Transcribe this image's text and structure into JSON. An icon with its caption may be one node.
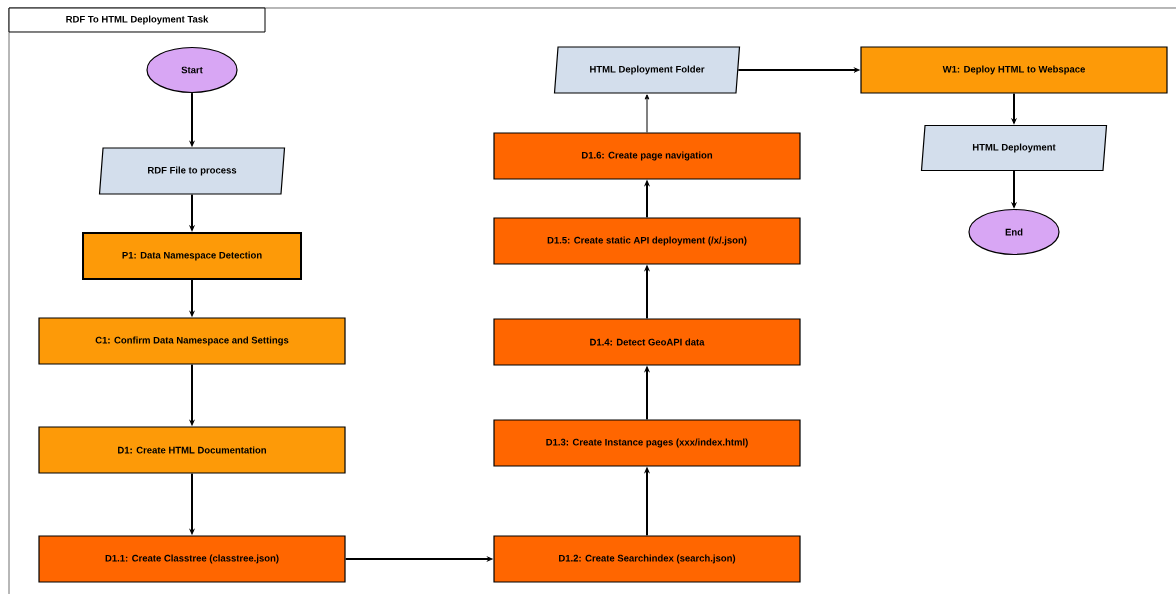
{
  "diagram": {
    "title": "RDF To HTML Deployment Task",
    "nodes": [
      {
        "text": [
          "Start"
        ]
      },
      {
        "text": [
          "RDF File to process"
        ]
      },
      {
        "text": [
          "P1: Data Namespace Detection"
        ]
      },
      {
        "text": [
          "C1: Confirm Data Namespace and Settings"
        ]
      },
      {
        "text": [
          "D1: Create HTML Documentation"
        ]
      },
      {
        "text": [
          "D1.1: Create Classtree (classtree.json)"
        ]
      },
      {
        "text": [
          "D1.2: Create Searchindex (search.json)"
        ]
      },
      {
        "text": [
          "D1.3: Create Instance pages (xxx/index.html)"
        ]
      },
      {
        "text": [
          "D1.4: Detect GeoAPI data"
        ]
      },
      {
        "text": [
          "D1.5: Create static API deployment (/x/.json)"
        ]
      },
      {
        "text": [
          "D1.6: Create page navigation"
        ]
      },
      {
        "text": [
          "HTML Deployment Folder"
        ]
      },
      {
        "text": [
          "W1: Deploy HTML to Webspace"
        ]
      },
      {
        "text": [
          "HTML Deployment"
        ]
      },
      {
        "text": [
          "End"
        ]
      }
    ],
    "edges": [
      {
        "from": 0,
        "to": 1,
        "arrow": "to"
      },
      {
        "from": 1,
        "to": 2,
        "arrow": "to"
      },
      {
        "from": 2,
        "to": 3,
        "arrow": "to"
      },
      {
        "from": 3,
        "to": 4,
        "arrow": "to"
      },
      {
        "from": 4,
        "to": 5,
        "arrow": "to"
      },
      {
        "from": 5,
        "to": 6,
        "arrow": "to"
      },
      {
        "from": 6,
        "to": 7,
        "arrow": "to"
      },
      {
        "from": 7,
        "to": 8,
        "arrow": "to"
      },
      {
        "from": 8,
        "to": 9,
        "arrow": "to"
      },
      {
        "from": 9,
        "to": 10,
        "arrow": "to"
      },
      {
        "from": 10,
        "to": 11,
        "arrow": "to"
      },
      {
        "from": 11,
        "to": 12,
        "arrow": "to"
      },
      {
        "from": 12,
        "to": 13,
        "arrow": "to"
      },
      {
        "from": 13,
        "to": 14,
        "arrow": "to"
      }
    ]
  }
}
